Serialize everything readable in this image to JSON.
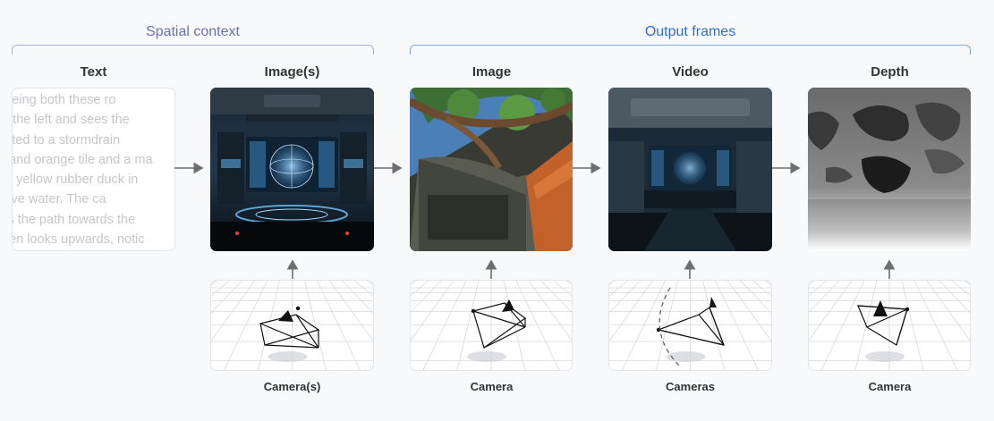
{
  "groups": {
    "spatial_context": "Spatial context",
    "output_frames": "Output frames"
  },
  "columns": {
    "text": "Text",
    "images": "Image(s)",
    "image": "Image",
    "video": "Video",
    "depth": "Depth"
  },
  "text_prompt": {
    "lines": [
      "seeing both these ro",
      "to the left and sees the",
      "ected to a stormdrain",
      "e and orange tile and a ma",
      "ng yellow rubber duck in",
      "ctive water. The ca",
      "ws the path towards the",
      "then looks upwards, notic"
    ]
  },
  "captions": {
    "cameras_input": "Camera(s)",
    "camera_image": "Camera",
    "cameras_video": "Cameras",
    "camera_depth": "Camera"
  },
  "icons": [
    "arrow-right-icon",
    "arrow-up-icon",
    "camera-frustum-icon"
  ],
  "colors": {
    "spatial_label": "#6b72b8",
    "output_label": "#2c6fd1",
    "arrow": "#6c6e74"
  }
}
